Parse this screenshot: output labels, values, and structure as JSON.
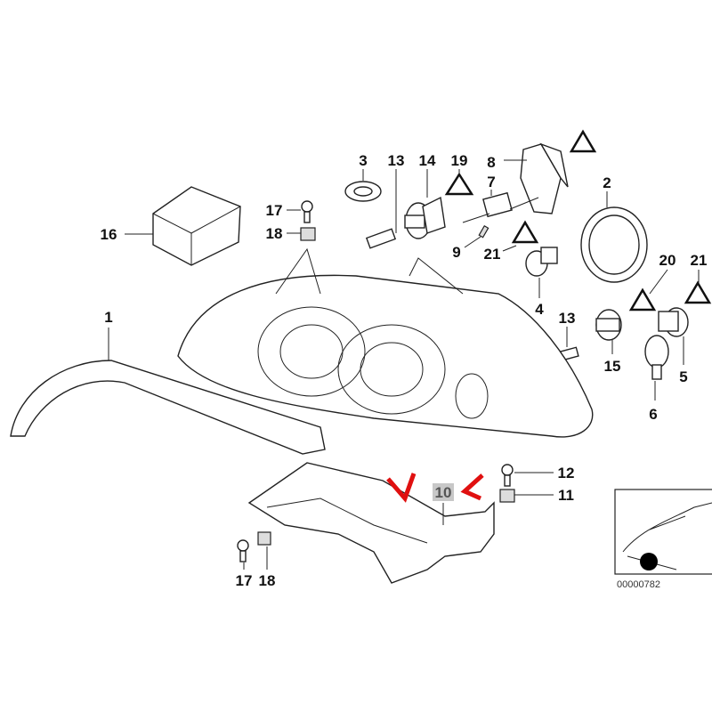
{
  "diagram": {
    "title": "Headlight parts diagram",
    "callouts": {
      "c16": "16",
      "c17a": "17",
      "c18a": "18",
      "c3": "3",
      "c13a": "13",
      "c14": "14",
      "c19": "19",
      "c8": "8",
      "c7": "7",
      "c9": "9",
      "c21a": "21",
      "c2": "2",
      "c20": "20",
      "c21b": "21",
      "c4": "4",
      "c13b": "13",
      "c15": "15",
      "c5": "5",
      "c6": "6",
      "c1": "1",
      "c12": "12",
      "c11": "11",
      "c10": "10",
      "c17b": "17",
      "c18b": "18"
    },
    "highlighted_part": "10",
    "highlight_color": "#c8c8c8",
    "marker_color": "#e01010",
    "inset_code": "00000782"
  }
}
